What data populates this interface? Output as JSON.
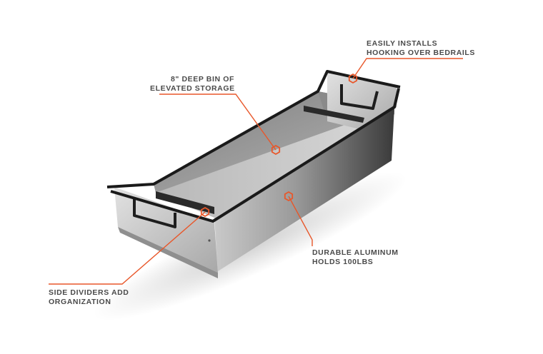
{
  "accent_color": "#e8572a",
  "callouts": {
    "bin_depth": {
      "line1": "8\" DEEP BIN OF",
      "line2": "ELEVATED STORAGE",
      "marker": "hexagon-marker"
    },
    "installs": {
      "line1": "EASILY INSTALLS",
      "line2": "HOOKING OVER BEDRAILS",
      "marker": "hexagon-marker"
    },
    "aluminum": {
      "line1": "DURABLE ALUMINUM",
      "line2": "HOLDS 100LBS",
      "marker": "hexagon-marker"
    },
    "dividers": {
      "line1": "SIDE DIVIDERS ADD",
      "line2": "ORGANIZATION",
      "marker": "hexagon-marker"
    }
  }
}
